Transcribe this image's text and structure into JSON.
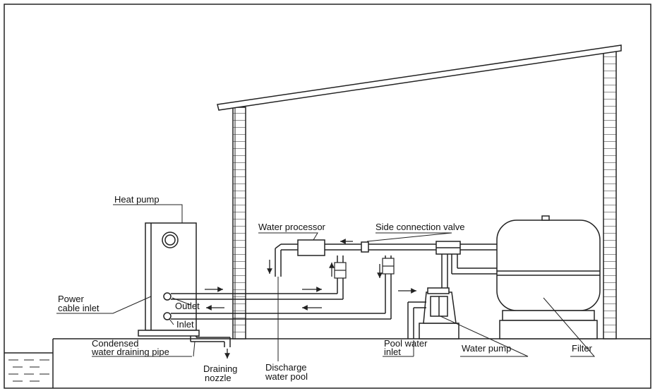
{
  "labels": {
    "heat_pump": "Heat pump",
    "water_processor": "Water processor",
    "side_connection_valve": "Side connection valve",
    "power_cable_inlet_1": "Power",
    "power_cable_inlet_2": "cable inlet",
    "outlet": "Outlet",
    "inlet": "Inlet",
    "condensed_1": "Condensed",
    "condensed_2": "water draining pipe",
    "draining_nozzle_1": "Draining",
    "draining_nozzle_2": "nozzle",
    "discharge_1": "Discharge",
    "discharge_2": "water pool",
    "pool_water_inlet_1": "Pool water",
    "pool_water_inlet_2": "inlet",
    "water_pump": "Water pump",
    "filter": "Filter"
  },
  "colors": {
    "line": "#222222",
    "background": "#ffffff"
  }
}
